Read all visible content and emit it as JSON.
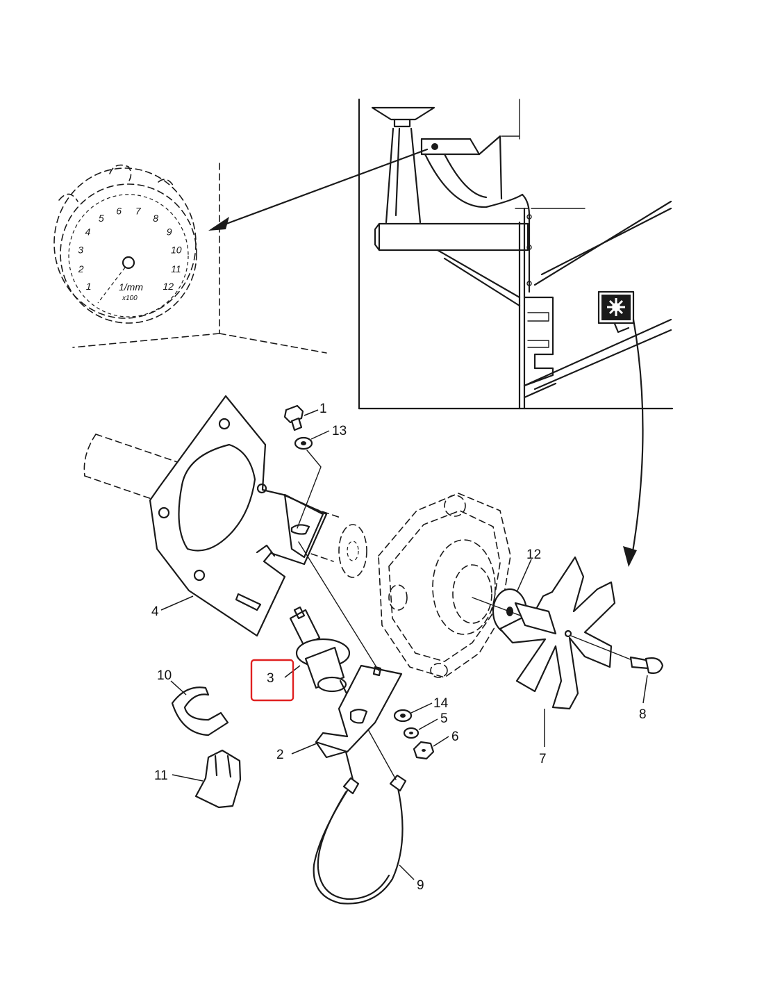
{
  "callouts": {
    "c1": "1",
    "c2": "2",
    "c3": "3",
    "c4": "4",
    "c5": "5",
    "c6": "6",
    "c7": "7",
    "c8": "8",
    "c9": "9",
    "c10": "10",
    "c11": "11",
    "c12": "12",
    "c13": "13",
    "c14": "14"
  },
  "gauge": {
    "ticks": [
      "1",
      "2",
      "3",
      "4",
      "5",
      "6",
      "7",
      "8",
      "9",
      "10",
      "11",
      "12"
    ],
    "unit": "1/mm",
    "scale": "x100"
  },
  "highlight": {
    "part": "3",
    "color": "#e02020"
  }
}
